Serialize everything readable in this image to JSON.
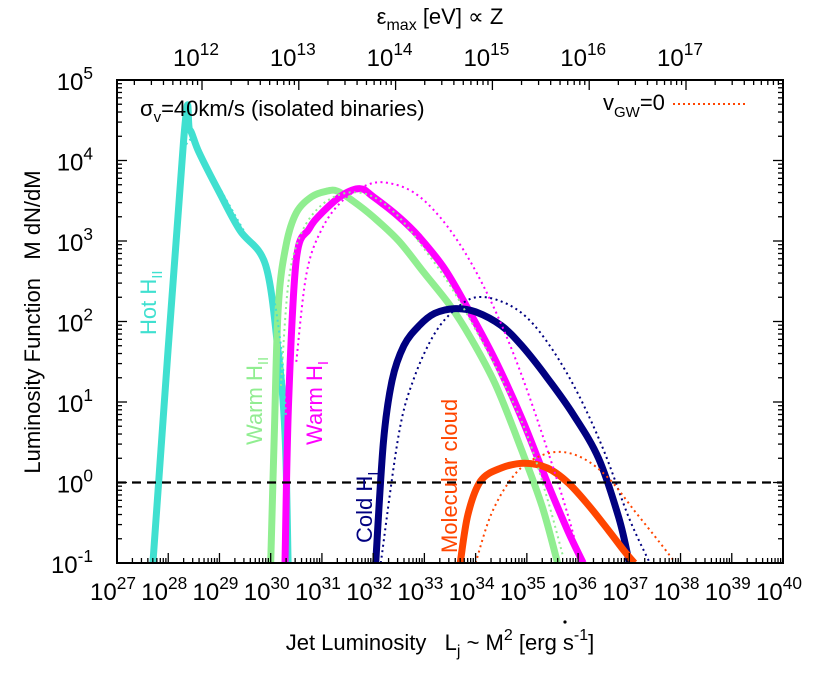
{
  "chart_data": {
    "type": "line",
    "title": "",
    "xlabel": "Jet Luminosity   L_j ~ Ṁc² [erg s⁻¹]",
    "ylabel": "Luminosity Function   Ṁ dN/dṀ",
    "x2label": "ε_max [eV] ∝ Z",
    "xscale": "log",
    "yscale": "log",
    "xlim": [
      1e+27,
      1e+40
    ],
    "ylim": [
      0.1,
      100000
    ],
    "xticks": [
      "10^27",
      "10^28",
      "10^29",
      "10^30",
      "10^31",
      "10^32",
      "10^33",
      "10^34",
      "10^35",
      "10^36",
      "10^37",
      "10^38",
      "10^39",
      "10^40"
    ],
    "yticks": [
      "10^-1",
      "10^0",
      "10^1",
      "10^2",
      "10^3",
      "10^4",
      "10^5"
    ],
    "x2ticks": [
      "10^12",
      "10^13",
      "10^14",
      "10^15",
      "10^16",
      "10^17"
    ],
    "annotation": "σ_v=40km/s (isolated binaries)",
    "legend": [
      {
        "label": "v_GW=0",
        "style": "dotted",
        "color": "#ff4500"
      }
    ],
    "reference_line": {
      "y": 1,
      "style": "dashed",
      "color": "#000000"
    },
    "series": [
      {
        "name": "Hot H_II",
        "color": "#40e0d0",
        "style": "solid",
        "log_x": [
          27.7,
          28.3,
          28.42,
          28.6,
          29.0,
          29.4,
          29.9,
          30.15,
          30.28,
          30.34
        ],
        "log_y": [
          -1,
          4.25,
          4.38,
          4.1,
          3.6,
          3.13,
          2.7,
          1.6,
          0.6,
          -1
        ]
      },
      {
        "name": "Hot H_II (v_GW=0)",
        "color": "#40e0d0",
        "style": "dotted",
        "log_x": [
          28.35,
          28.45,
          28.7,
          29.1,
          29.5,
          29.95,
          30.2,
          30.3
        ],
        "log_y": [
          4.2,
          4.25,
          4.0,
          3.55,
          3.1,
          2.6,
          1.7,
          0.8
        ]
      },
      {
        "name": "Warm H_II",
        "color": "#90ee90",
        "style": "solid",
        "log_x": [
          30.0,
          30.07,
          30.15,
          30.3,
          30.5,
          30.8,
          31.1,
          31.3,
          31.6,
          32.0,
          32.5,
          33.0,
          33.5,
          33.9,
          34.4,
          34.9,
          35.3,
          35.6
        ],
        "log_y": [
          -1,
          0.6,
          2.2,
          2.95,
          3.35,
          3.55,
          3.62,
          3.62,
          3.5,
          3.3,
          3.0,
          2.6,
          2.2,
          1.8,
          1.2,
          0.4,
          -0.3,
          -1
        ]
      },
      {
        "name": "Warm H_II (v_GW=0)",
        "color": "#90ee90",
        "style": "dotted",
        "log_x": [
          30.2,
          30.35,
          30.6,
          31.0,
          31.5,
          32.0,
          32.5,
          33.0,
          33.5,
          34.0,
          34.5,
          35.0,
          35.4,
          35.7
        ],
        "log_y": [
          1.2,
          2.5,
          3.1,
          3.45,
          3.6,
          3.55,
          3.3,
          2.9,
          2.45,
          1.9,
          1.3,
          0.6,
          -0.2,
          -0.9
        ]
      },
      {
        "name": "Warm H_I",
        "color": "#ff00ff",
        "style": "solid",
        "log_x": [
          30.28,
          30.35,
          30.5,
          30.75,
          31.0,
          31.4,
          31.75,
          32.0,
          32.5,
          32.9,
          33.4,
          33.9,
          34.4,
          34.9,
          35.4,
          35.8,
          36.1
        ],
        "log_y": [
          -1,
          1.0,
          2.77,
          3.15,
          3.35,
          3.57,
          3.65,
          3.55,
          3.3,
          3.05,
          2.65,
          2.1,
          1.5,
          0.8,
          0.0,
          -0.6,
          -1
        ]
      },
      {
        "name": "Warm H_I (v_GW=0)",
        "color": "#ff00ff",
        "style": "dotted",
        "log_x": [
          30.5,
          30.7,
          31.0,
          31.4,
          31.9,
          32.3,
          32.8,
          33.3,
          33.8,
          34.3,
          34.8,
          35.3,
          35.8,
          36.05
        ],
        "log_y": [
          1.5,
          2.6,
          3.15,
          3.5,
          3.7,
          3.72,
          3.6,
          3.3,
          2.85,
          2.25,
          1.5,
          0.6,
          -0.4,
          -1
        ]
      },
      {
        "name": "Cold H_I",
        "color": "#000080",
        "style": "solid",
        "log_x": [
          32.05,
          32.2,
          32.37,
          32.6,
          32.9,
          33.2,
          33.6,
          34.0,
          34.5,
          34.9,
          35.4,
          35.9,
          36.4,
          36.8,
          37.0
        ],
        "log_y": [
          -1,
          0.5,
          1.27,
          1.7,
          1.95,
          2.1,
          2.16,
          2.12,
          1.95,
          1.7,
          1.3,
          0.85,
          0.3,
          -0.45,
          -1
        ]
      },
      {
        "name": "Cold H_I (v_GW=0)",
        "color": "#000080",
        "style": "dotted",
        "log_x": [
          32.15,
          32.5,
          32.8,
          33.2,
          33.6,
          34.0,
          34.5,
          35.0,
          35.5,
          36.0,
          36.5,
          37.0,
          37.4
        ],
        "log_y": [
          -1,
          0.6,
          1.3,
          1.85,
          2.15,
          2.3,
          2.25,
          2.05,
          1.65,
          1.1,
          0.4,
          -0.45,
          -1
        ]
      },
      {
        "name": "Molecular cloud",
        "color": "#ff4500",
        "style": "solid",
        "log_x": [
          33.7,
          33.85,
          34.1,
          34.5,
          34.96,
          35.4,
          35.8,
          36.2,
          36.6,
          36.9,
          37.1
        ],
        "log_y": [
          -1,
          -0.4,
          0.02,
          0.18,
          0.24,
          0.18,
          0.0,
          -0.28,
          -0.6,
          -0.85,
          -1
        ]
      },
      {
        "name": "Molecular cloud (v_GW=0)",
        "color": "#ff4500",
        "style": "dotted",
        "log_x": [
          34.0,
          34.3,
          34.7,
          35.1,
          35.6,
          36.1,
          36.6,
          37.1,
          37.6,
          37.9
        ],
        "log_y": [
          -1,
          -0.4,
          0.05,
          0.28,
          0.38,
          0.3,
          0.05,
          -0.35,
          -0.75,
          -1
        ]
      }
    ],
    "curve_labels": [
      {
        "text": "Hot H",
        "sub": "II",
        "color": "#40e0d0"
      },
      {
        "text": "Warm H",
        "sub": "II",
        "color": "#90ee90"
      },
      {
        "text": "Warm H",
        "sub": "I",
        "color": "#ff00ff"
      },
      {
        "text": "Cold H",
        "sub": "I",
        "color": "#000080"
      },
      {
        "text": "Molecular cloud",
        "sub": "",
        "color": "#ff4500"
      }
    ]
  }
}
